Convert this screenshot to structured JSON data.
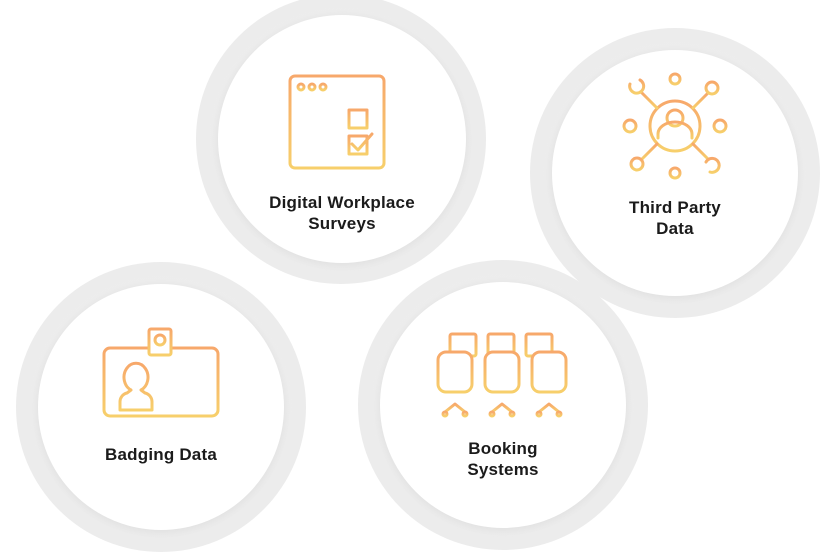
{
  "colors": {
    "icon_top": "#f7a86b",
    "icon_bottom": "#f7cf6b",
    "text": "#1b1b1b",
    "ring": "#ececec"
  },
  "items": [
    {
      "icon": "browser-survey-icon",
      "label_lines": [
        "Digital Workplace",
        "Surveys"
      ]
    },
    {
      "icon": "network-user-icon",
      "label_lines": [
        "Third Party",
        "Data"
      ]
    },
    {
      "icon": "id-badge-icon",
      "label_lines": [
        "Badging Data"
      ]
    },
    {
      "icon": "office-chairs-icon",
      "label_lines": [
        "Booking",
        "Systems"
      ]
    }
  ]
}
